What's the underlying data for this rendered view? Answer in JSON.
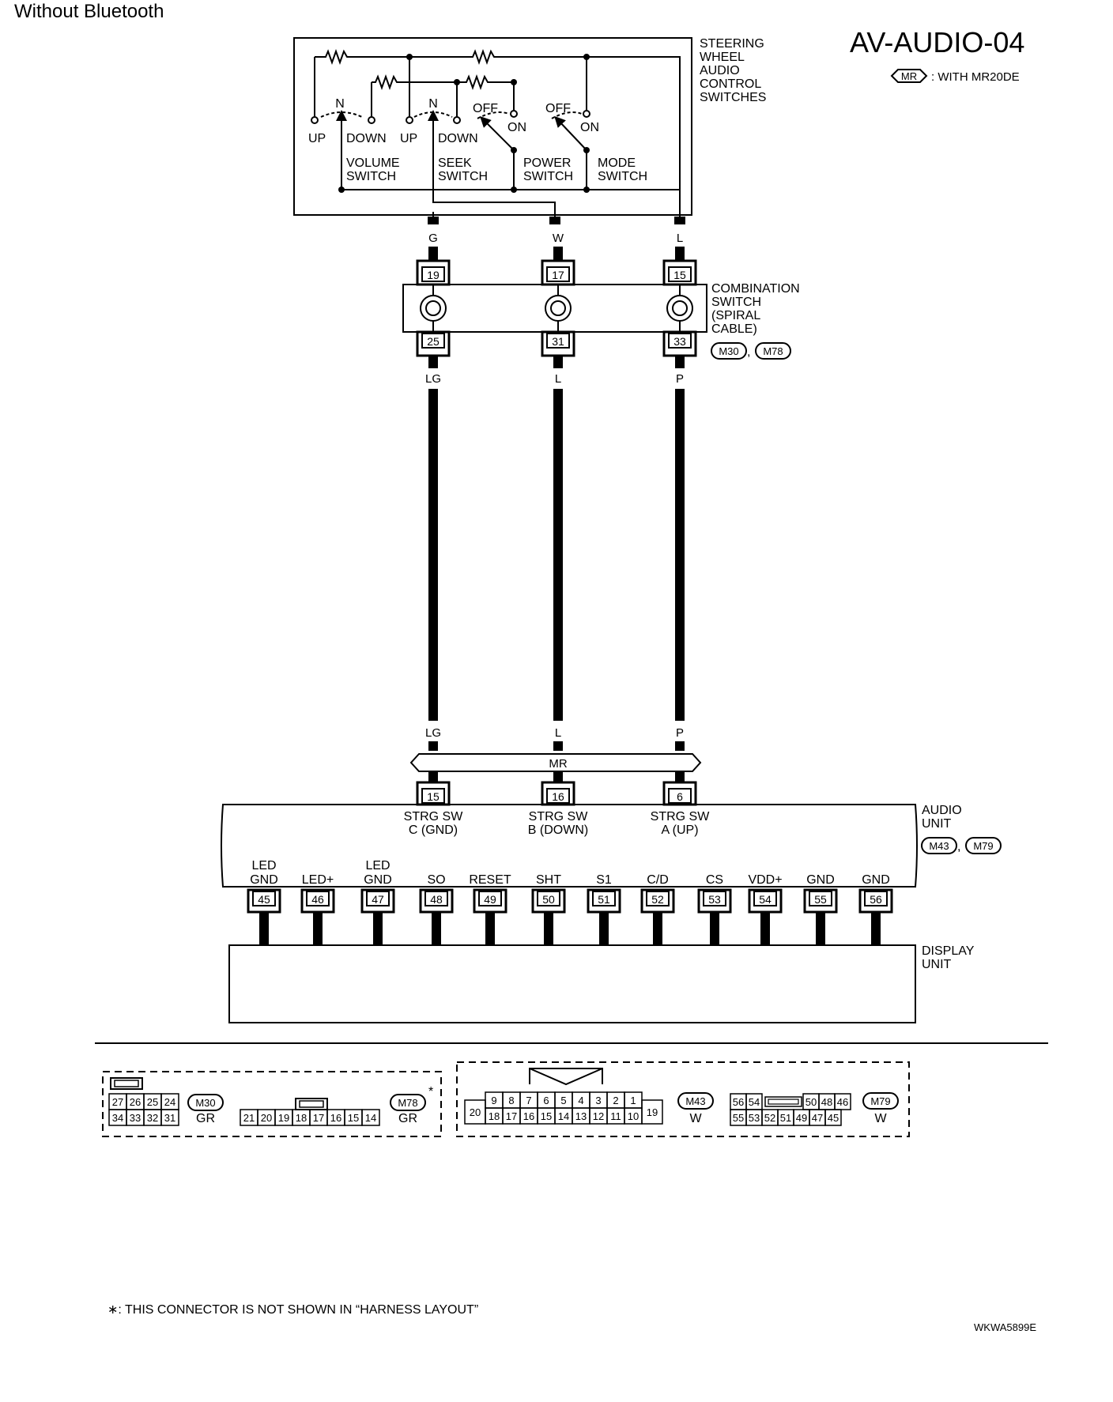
{
  "variant_label": "Without Bluetooth",
  "diagram_id": "AV-AUDIO-04",
  "legend": {
    "badge": "MR",
    "text": ": WITH MR20DE"
  },
  "steering_switches": {
    "title_lines": [
      "STEERING",
      "WHEEL",
      "AUDIO",
      "CONTROL",
      "SWITCHES"
    ],
    "volume": {
      "up": "UP",
      "neutral": "N",
      "down": "DOWN",
      "name_lines": [
        "VOLUME",
        "SWITCH"
      ]
    },
    "seek": {
      "up": "UP",
      "neutral": "N",
      "down": "DOWN",
      "name_lines": [
        "SEEK",
        "SWITCH"
      ]
    },
    "power": {
      "off": "OFF",
      "on": "ON",
      "name_lines": [
        "POWER",
        "SWITCH"
      ]
    },
    "mode": {
      "off": "OFF",
      "on": "ON",
      "name_lines": [
        "MODE",
        "SWITCH"
      ]
    }
  },
  "upper_wires": [
    {
      "color": "G",
      "in_pin": "19",
      "out_pin": "25",
      "out_color": "LG"
    },
    {
      "color": "W",
      "in_pin": "17",
      "out_pin": "31",
      "out_color": "L"
    },
    {
      "color": "L",
      "in_pin": "15",
      "out_pin": "33",
      "out_color": "P"
    }
  ],
  "combination_switch": {
    "label_lines": [
      "COMBINATION",
      "SWITCH",
      "(SPIRAL",
      "CABLE)"
    ],
    "connectors": [
      "M30",
      "M78"
    ]
  },
  "lower_wire_colors": [
    "LG",
    "L",
    "P"
  ],
  "mr_label": "MR",
  "audio_unit": {
    "label_lines": [
      "AUDIO",
      "UNIT"
    ],
    "connectors": [
      "M43",
      "M79"
    ],
    "inputs": [
      {
        "pin": "15",
        "lines": [
          "STRG SW",
          "C (GND)"
        ]
      },
      {
        "pin": "16",
        "lines": [
          "STRG SW",
          "B (DOWN)"
        ]
      },
      {
        "pin": "6",
        "lines": [
          "STRG SW",
          "A (UP)"
        ]
      }
    ],
    "outputs": [
      {
        "pin": "45",
        "lines": [
          "LED",
          "GND"
        ]
      },
      {
        "pin": "46",
        "lines": [
          "LED+"
        ]
      },
      {
        "pin": "47",
        "lines": [
          "LED",
          "GND"
        ]
      },
      {
        "pin": "48",
        "lines": [
          "SO"
        ]
      },
      {
        "pin": "49",
        "lines": [
          "RESET"
        ]
      },
      {
        "pin": "50",
        "lines": [
          "SHT"
        ]
      },
      {
        "pin": "51",
        "lines": [
          "S1"
        ]
      },
      {
        "pin": "52",
        "lines": [
          "C/D"
        ]
      },
      {
        "pin": "53",
        "lines": [
          "CS"
        ]
      },
      {
        "pin": "54",
        "lines": [
          "VDD+"
        ]
      },
      {
        "pin": "55",
        "lines": [
          "GND"
        ]
      },
      {
        "pin": "56",
        "lines": [
          "GND"
        ]
      }
    ]
  },
  "display_unit": {
    "label_lines": [
      "DISPLAY",
      "UNIT"
    ]
  },
  "connector_views": {
    "m30": {
      "id": "M30",
      "color": "GR",
      "top": [
        "27",
        "26",
        "25",
        "24"
      ],
      "bottom": [
        "34",
        "33",
        "32",
        "31"
      ]
    },
    "m78": {
      "id": "M78",
      "color": "GR",
      "mark": "*",
      "row": [
        "21",
        "20",
        "19",
        "18",
        "17",
        "16",
        "15",
        "14"
      ]
    },
    "m43": {
      "id": "M43",
      "color": "W",
      "top": [
        "9",
        "8",
        "7",
        "6",
        "5",
        "4",
        "3",
        "2",
        "1"
      ],
      "bottom": [
        "18",
        "17",
        "16",
        "15",
        "14",
        "13",
        "12",
        "11",
        "10"
      ],
      "left": "20",
      "right": "19"
    },
    "m79": {
      "id": "M79",
      "color": "W",
      "top_left": [
        "56",
        "54"
      ],
      "top_right": [
        "50",
        "48",
        "46"
      ],
      "bottom": [
        "55",
        "53",
        "52",
        "51",
        "49",
        "47",
        "45"
      ]
    }
  },
  "footnote": "∗: THIS CONNECTOR IS NOT SHOWN IN “HARNESS LAYOUT”",
  "figure_code": "WKWA5899E"
}
